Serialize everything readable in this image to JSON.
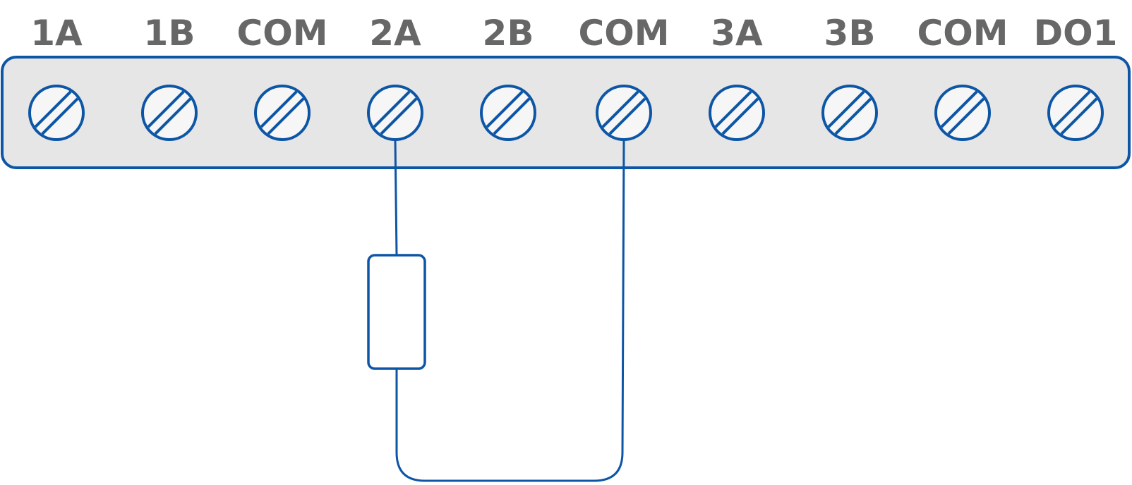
{
  "terminal_block": {
    "terminals": [
      {
        "label": "1A"
      },
      {
        "label": "1B"
      },
      {
        "label": "COM"
      },
      {
        "label": "2A"
      },
      {
        "label": "2B"
      },
      {
        "label": "COM"
      },
      {
        "label": "3A"
      },
      {
        "label": "3B"
      },
      {
        "label": "COM"
      },
      {
        "label": "DO1"
      }
    ]
  },
  "wiring": {
    "component": "resistor",
    "connections": [
      {
        "from": "2A",
        "to": "resistor"
      },
      {
        "from": "resistor",
        "to": "COM"
      }
    ],
    "connected_terminals": [
      "2A",
      "COM"
    ]
  },
  "colors": {
    "wire": "#0d56a6",
    "label": "#676767",
    "block_fill": "#e6e6e7",
    "screw_fill": "#f6f6f6",
    "background": "#ffffff"
  }
}
